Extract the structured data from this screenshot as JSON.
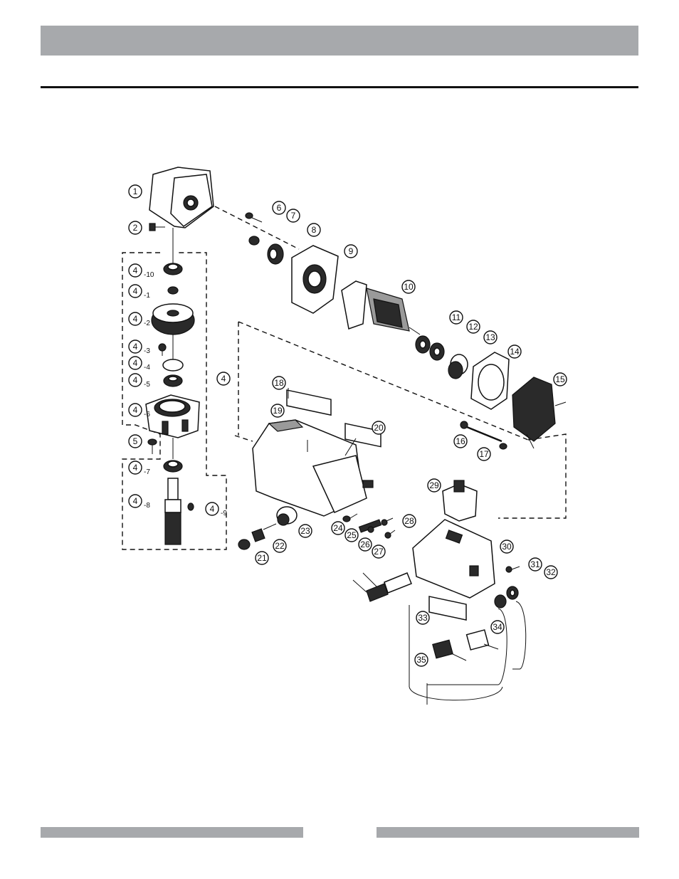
{
  "page": {
    "colors": {
      "bar": "#a7a9ac",
      "rule": "#111111",
      "ink": "#111111"
    }
  },
  "parts": [
    {
      "id": "p1",
      "label": "1"
    },
    {
      "id": "p2",
      "label": "2"
    },
    {
      "id": "p4-10",
      "label": "4",
      "sub": "10"
    },
    {
      "id": "p4-1",
      "label": "4",
      "sub": "1"
    },
    {
      "id": "p4-2",
      "label": "4",
      "sub": "2"
    },
    {
      "id": "p4-3",
      "label": "4",
      "sub": "3"
    },
    {
      "id": "p4-4",
      "label": "4",
      "sub": "4"
    },
    {
      "id": "p4-5",
      "label": "4",
      "sub": "5"
    },
    {
      "id": "p4-6",
      "label": "4",
      "sub": "6"
    },
    {
      "id": "p4",
      "label": "4"
    },
    {
      "id": "p5",
      "label": "5"
    },
    {
      "id": "p4-7",
      "label": "4",
      "sub": "7"
    },
    {
      "id": "p4-8",
      "label": "4",
      "sub": "8"
    },
    {
      "id": "p4-9",
      "label": "4",
      "sub": "9"
    },
    {
      "id": "p6",
      "label": "6"
    },
    {
      "id": "p7",
      "label": "7"
    },
    {
      "id": "p8",
      "label": "8"
    },
    {
      "id": "p9",
      "label": "9"
    },
    {
      "id": "p10",
      "label": "10"
    },
    {
      "id": "p11",
      "label": "11"
    },
    {
      "id": "p12",
      "label": "12"
    },
    {
      "id": "p13",
      "label": "13"
    },
    {
      "id": "p14",
      "label": "14"
    },
    {
      "id": "p15",
      "label": "15"
    },
    {
      "id": "p16",
      "label": "16"
    },
    {
      "id": "p17",
      "label": "17"
    },
    {
      "id": "p18",
      "label": "18"
    },
    {
      "id": "p19",
      "label": "19"
    },
    {
      "id": "p20",
      "label": "20"
    },
    {
      "id": "p21",
      "label": "21"
    },
    {
      "id": "p22",
      "label": "22"
    },
    {
      "id": "p23",
      "label": "23"
    },
    {
      "id": "p24",
      "label": "24"
    },
    {
      "id": "p25",
      "label": "25"
    },
    {
      "id": "p26",
      "label": "26"
    },
    {
      "id": "p27",
      "label": "27"
    },
    {
      "id": "p28",
      "label": "28"
    },
    {
      "id": "p29",
      "label": "29"
    },
    {
      "id": "p30",
      "label": "30"
    },
    {
      "id": "p31",
      "label": "31"
    },
    {
      "id": "p32",
      "label": "32"
    },
    {
      "id": "p33",
      "label": "33"
    },
    {
      "id": "p34",
      "label": "34"
    },
    {
      "id": "p35",
      "label": "35"
    }
  ]
}
